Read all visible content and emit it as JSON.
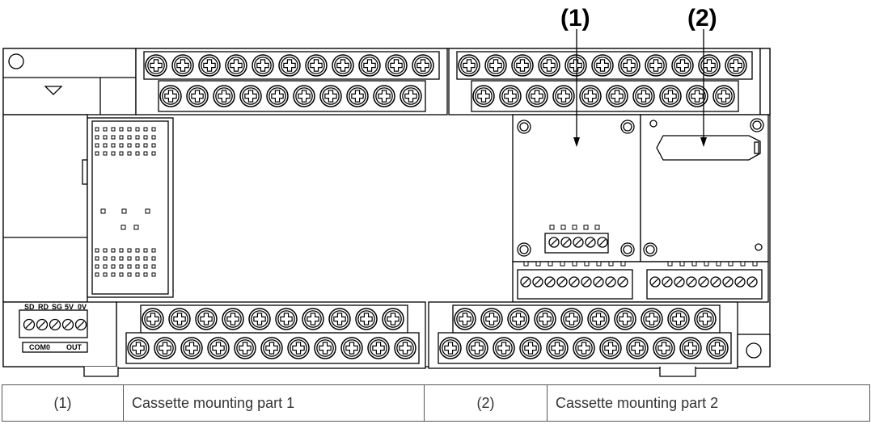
{
  "callouts": [
    "(1)",
    "(2)"
  ],
  "port_labels": {
    "top": [
      "SD",
      "RD",
      "SG",
      "5V",
      "0V"
    ],
    "bottom_left": "COM0",
    "bottom_right": "OUT"
  },
  "legend": [
    {
      "number": "(1)",
      "description": "Cassette mounting part 1"
    },
    {
      "number": "(2)",
      "description": "Cassette mounting part 2"
    }
  ]
}
